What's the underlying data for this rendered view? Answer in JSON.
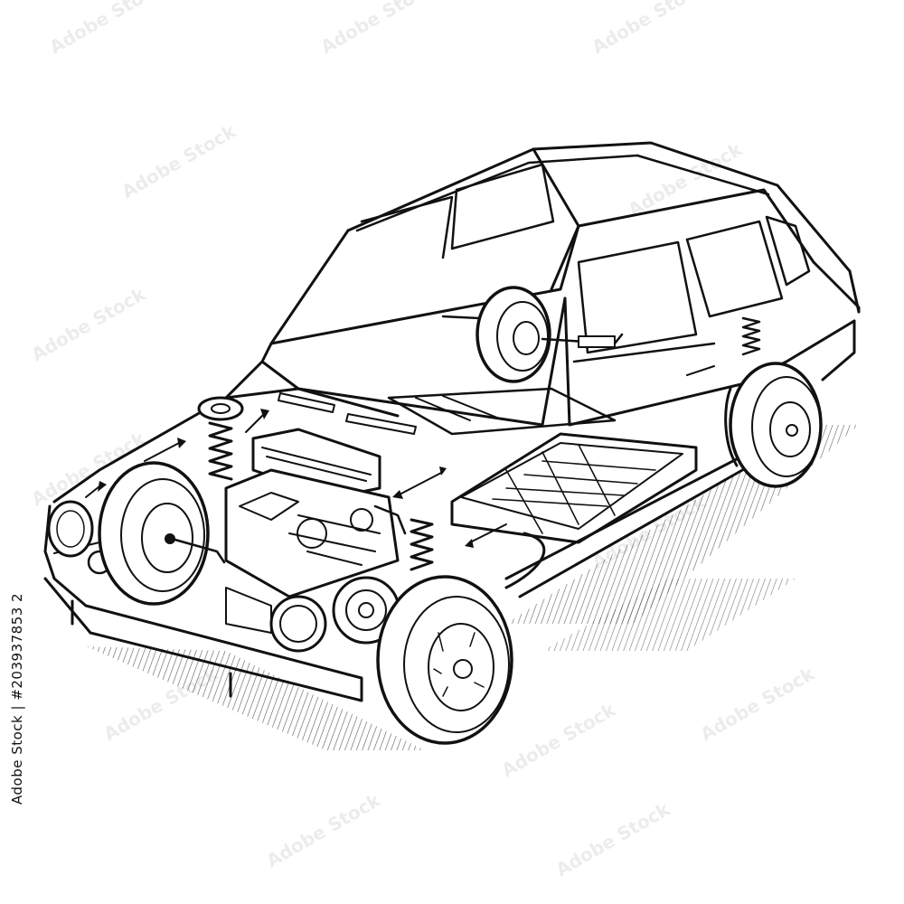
{
  "illustration": {
    "subject": "cutaway-car",
    "style": "engraving",
    "ink_color": "#111111",
    "paper_color": "#ffffff"
  },
  "watermark": {
    "logo_text": "Adobe Stock",
    "repeat": true
  },
  "stock_id": {
    "text": "Adobe Stock | #203937853 2"
  }
}
